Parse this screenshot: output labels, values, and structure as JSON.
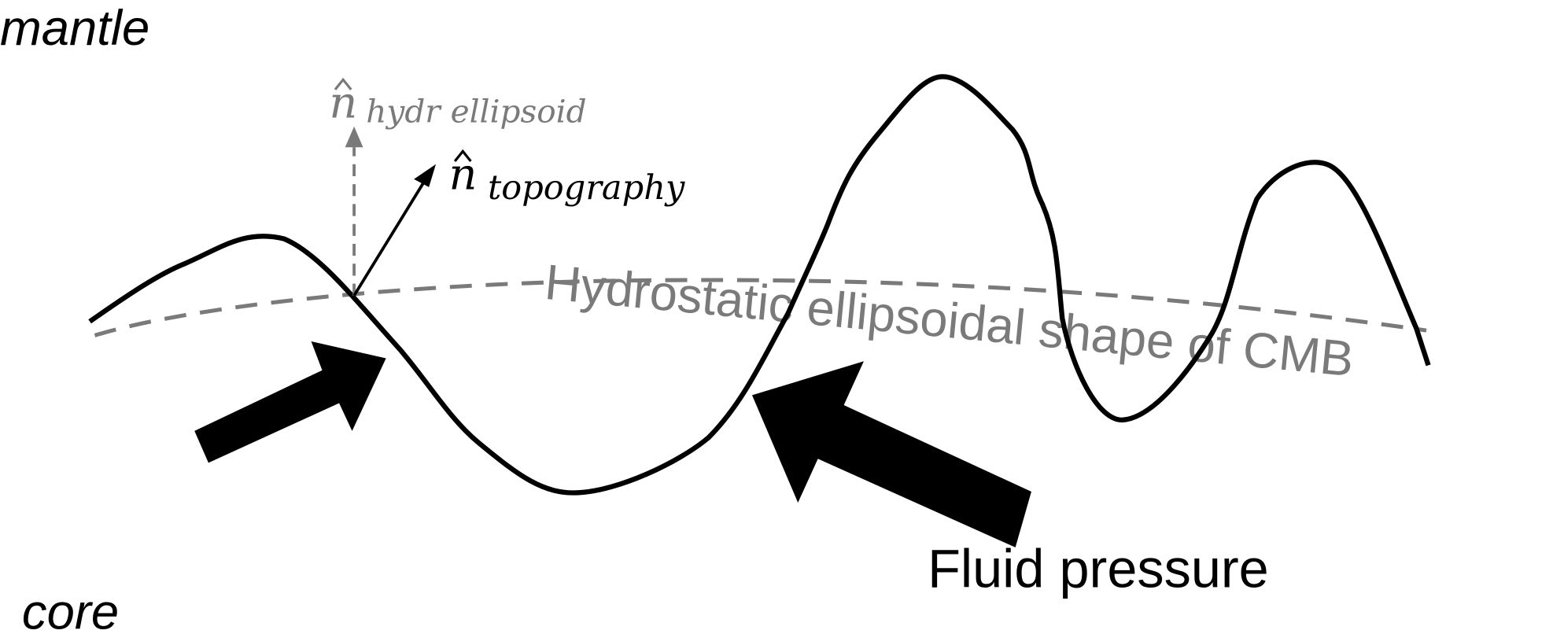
{
  "labels": {
    "mantle": "mantle",
    "core": "core",
    "fluid_pressure": "Fluid pressure",
    "hydrostatic": "Hydrostatic ellipsoidal shape of CMB",
    "n_symbol": "n",
    "n_hydr_sub": "hydr ellipsoid",
    "n_topo_sub": "topography"
  },
  "colors": {
    "topography": "#000000",
    "hydrostatic": "#7a7a7a"
  }
}
